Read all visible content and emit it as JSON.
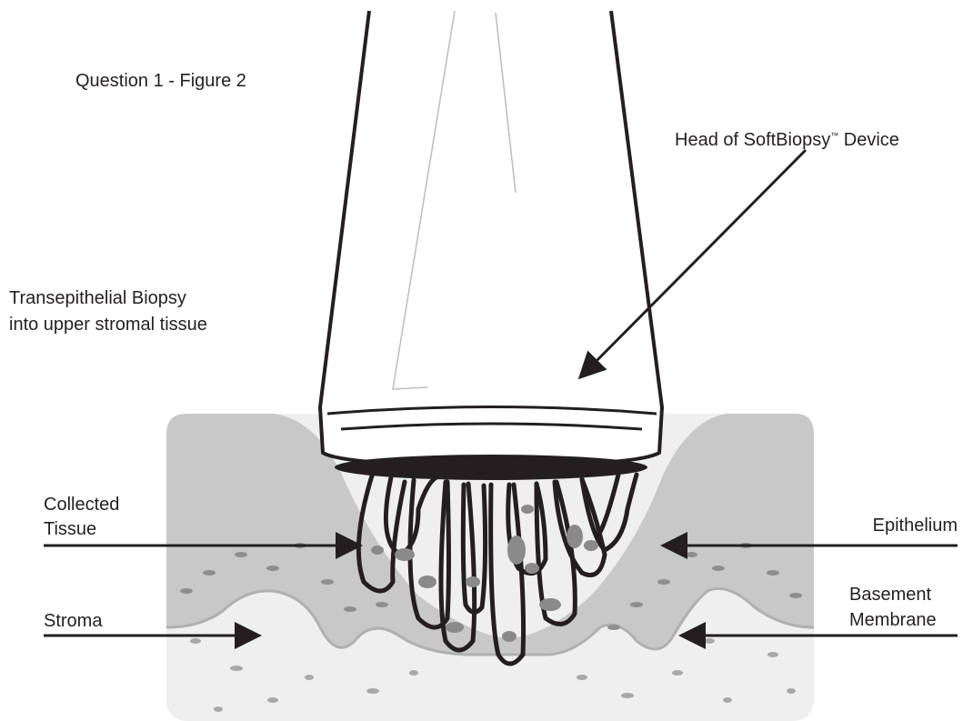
{
  "figure": {
    "caption": "Question 1 - Figure 2",
    "procedure_line1": "Transepithelial Biopsy",
    "procedure_line2": "into upper stromal tissue"
  },
  "labels": {
    "device_head": "Head of SoftBiopsy",
    "device_trademark": "™",
    "device_suffix": " Device",
    "collected_line1": "Collected",
    "collected_line2": "Tissue",
    "epithelium": "Epithelium",
    "stroma": "Stroma",
    "basement_line1": "Basement",
    "basement_line2": "Membrane"
  },
  "colors": {
    "outline": "#231f20",
    "epithelium": "#c8c8c8",
    "stroma": "#efefef",
    "cells": "#9a9a9a"
  }
}
